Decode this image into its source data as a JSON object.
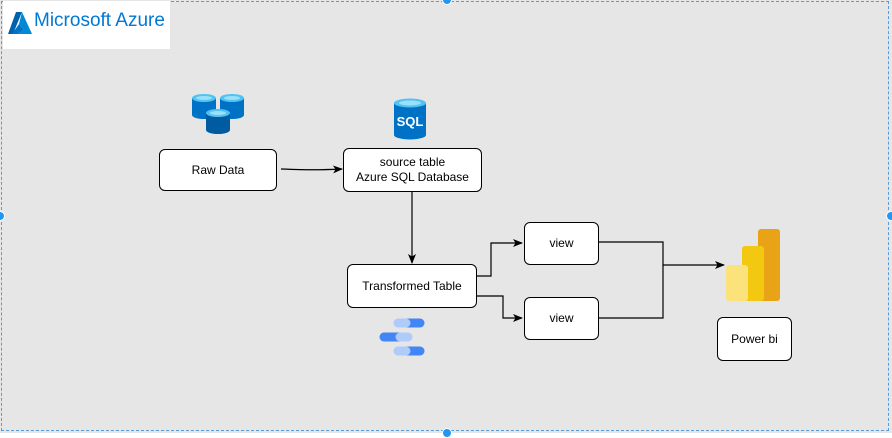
{
  "logo": {
    "text": "Microsoft Azure",
    "icon": "azure-logo-icon",
    "color": "#0078d4"
  },
  "nodes": {
    "raw_data": "Raw Data",
    "source_table": "source table\nAzure SQL Database",
    "transformed_table": "Transformed Table",
    "view_top": "view",
    "view_bottom": "view",
    "power_bi": "Power bi"
  },
  "icons": {
    "raw_data": "database-cluster-icon",
    "sql_database": "sql-database-icon",
    "transform": "dataflow-icon",
    "power_bi": "power-bi-icon",
    "sql_label": "SQL"
  },
  "colors": {
    "canvas": "#e6e6e6",
    "database_blue": "#0072c6",
    "dataflow_blue": "#4285f4",
    "power_bi_gold": "#f2c811"
  }
}
